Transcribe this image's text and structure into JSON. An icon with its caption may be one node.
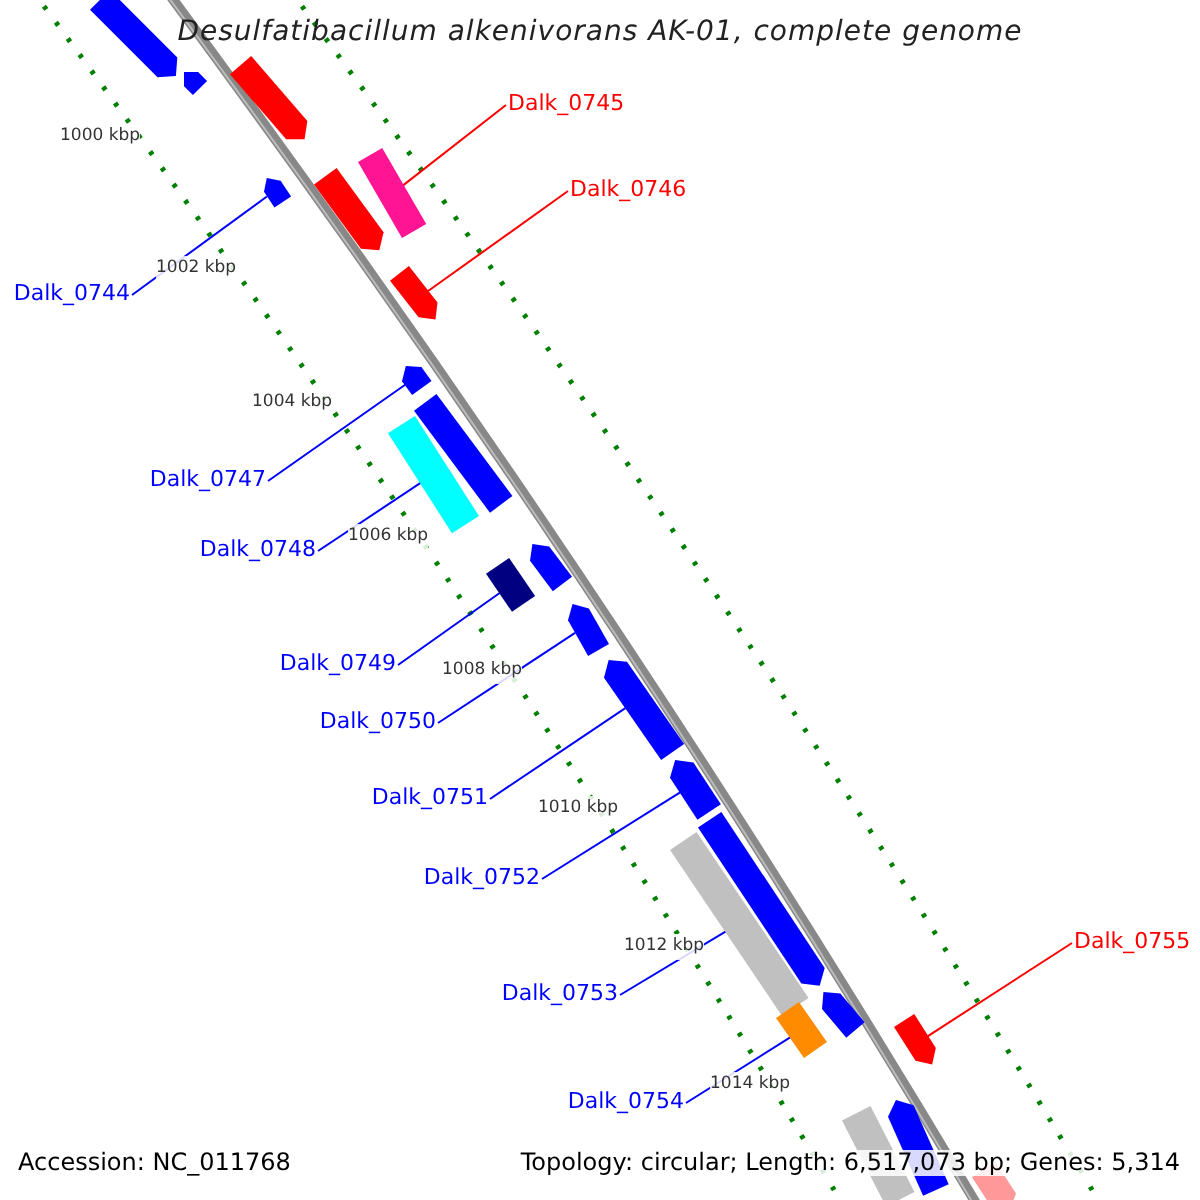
{
  "diagram": {
    "title": "Desulfatibacillum alkenivorans AK-01, complete genome",
    "nodes": [
      {
        "text": [
          "Dalk_0745"
        ]
      },
      {
        "text": [
          "Dalk_0746"
        ]
      },
      {
        "text": [
          "Dalk_0744"
        ]
      },
      {
        "text": [
          "Dalk_0747"
        ]
      },
      {
        "text": [
          "Dalk_0748"
        ]
      },
      {
        "text": [
          "Dalk_0749"
        ]
      },
      {
        "text": [
          "Dalk_0750"
        ]
      },
      {
        "text": [
          "Dalk_0751"
        ]
      },
      {
        "text": [
          "Dalk_0752"
        ]
      },
      {
        "text": [
          "Dalk_0755"
        ]
      },
      {
        "text": [
          "Dalk_0753"
        ]
      },
      {
        "text": [
          "Dalk_0754"
        ]
      },
      {
        "text": [],
        "shape": "box"
      },
      {
        "text": [],
        "shape": "box"
      },
      {
        "text": [],
        "shape": "box"
      },
      {
        "text": [],
        "shape": "box"
      },
      {
        "text": [],
        "shape": "box"
      },
      {
        "text": [],
        "shape": "box"
      },
      {
        "text": [],
        "shape": "box"
      },
      {
        "text": [],
        "shape": "box"
      },
      {
        "text": [],
        "shape": "box"
      },
      {
        "text": [],
        "shape": "box"
      },
      {
        "text": [],
        "shape": "box"
      },
      {
        "text": [],
        "shape": "box"
      },
      {
        "text": [],
        "shape": "box"
      },
      {
        "text": [],
        "shape": "box"
      },
      {
        "text": [],
        "shape": "box"
      },
      {
        "text": [],
        "shape": "box"
      },
      {
        "text": [],
        "shape": "box"
      },
      {
        "text": [],
        "shape": "box"
      },
      {
        "text": [],
        "shape": "box"
      },
      {
        "text": [],
        "shape": "box"
      },
      {
        "text": [],
        "shape": "box"
      },
      {
        "text": [],
        "shape": "box"
      },
      {
        "text": [],
        "shape": "box"
      }
    ],
    "edges": [
      {
        "from": 0,
        "to": 12,
        "arrow": "none",
        "color": "#ff0000"
      },
      {
        "from": 1,
        "to": 13,
        "arrow": "none",
        "color": "#ff0000"
      },
      {
        "from": 2,
        "to": 14,
        "arrow": "none"
      },
      {
        "from": 3,
        "to": 15,
        "arrow": "none"
      },
      {
        "from": 4,
        "to": 16,
        "arrow": "none"
      },
      {
        "from": 5,
        "to": 17,
        "arrow": "none"
      },
      {
        "from": 6,
        "to": 18,
        "arrow": "none"
      },
      {
        "from": 7,
        "to": 19,
        "arrow": "none"
      },
      {
        "from": 8,
        "to": 20,
        "arrow": "none"
      },
      {
        "from": 9,
        "to": 21,
        "arrow": "none",
        "color": "#ff0000"
      },
      {
        "from": 10,
        "to": 22,
        "arrow": "none"
      },
      {
        "from": 11,
        "to": 23,
        "arrow": "none"
      }
    ],
    "labels": [
      "1000 kbp",
      "1002 kbp",
      "1004 kbp",
      "1006 kbp",
      "1008 kbp",
      "1010 kbp",
      "1012 kbp",
      "1014 kbp",
      "Accession: NC_011768",
      "Topology: circular; Length: 6,517,073 bp; Genes: 5,314"
    ]
  }
}
